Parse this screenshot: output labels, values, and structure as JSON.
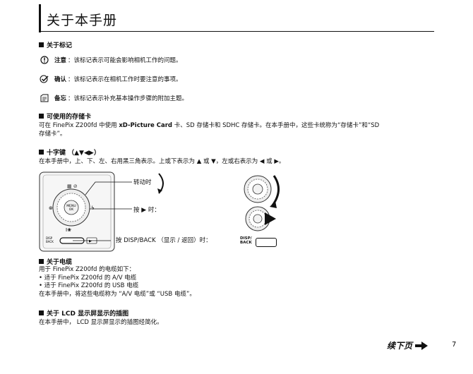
{
  "title": "关于本手册",
  "sec_marks": {
    "heading": "关于标记",
    "caution_label": "注意",
    "caution_text": "：该标记表示可能会影响相机工作的问题。",
    "check_label": "确认",
    "check_text": "：该标记表示在相机工作时要注意的事项。",
    "memo_label": "备忘",
    "memo_text": "：该标记表示补充基本操作步骤的附加主题。"
  },
  "sec_card": {
    "heading": "可使用的存储卡",
    "line1_a": "可在 FinePix Z200fd 中使用 ",
    "line1_b": "xD-Picture Card",
    "line1_c": " 卡、SD 存储卡和 SDHC 存储卡。在本手册中，这些卡统称为“存储卡”和“SD",
    "line2": "存储卡”。"
  },
  "sec_keys": {
    "heading": "十字键 （▲▼◀▶）",
    "line_a": "在本手册中，上、下、左、右用黑三角表示。上或下表示为 ",
    "up": "▲",
    "or1": " 或 ",
    "down": "▼",
    "line_b": "，左或右表示为 ",
    "left": "◀",
    "or2": " 或 ",
    "right": "▶",
    "end": "。",
    "rotate_label": "转动时",
    "press_a": "按 ",
    "press_tri": "▶",
    "press_b": " 时：",
    "disp_label": "按 DISP/BACK （显示 / 返回）时：",
    "disp_btn_line1": "DISP/",
    "disp_btn_line2": "BACK",
    "cam_menu": "MENU",
    "cam_ok": "OK",
    "cam_disp1": "DISP",
    "cam_disp2": "BACK"
  },
  "sec_cable": {
    "heading": "关于电缆",
    "line1": "用于 FinePix Z200fd 的电缆如下：",
    "line2": "• 适于 FinePix Z200fd 的 A/V 电缆",
    "line3": "• 适于 FinePix Z200fd 的 USB 电缆",
    "line4": "在本手册中，将这些电缆称为 “A/V 电缆”或 “USB 电缆”。"
  },
  "sec_lcd": {
    "heading": "关于 LCD 显示屏显示的插图",
    "line1": "在本手册中， LCD 显示屏显示的插图经简化。"
  },
  "footer": {
    "continue": "续下页",
    "page": "7"
  }
}
